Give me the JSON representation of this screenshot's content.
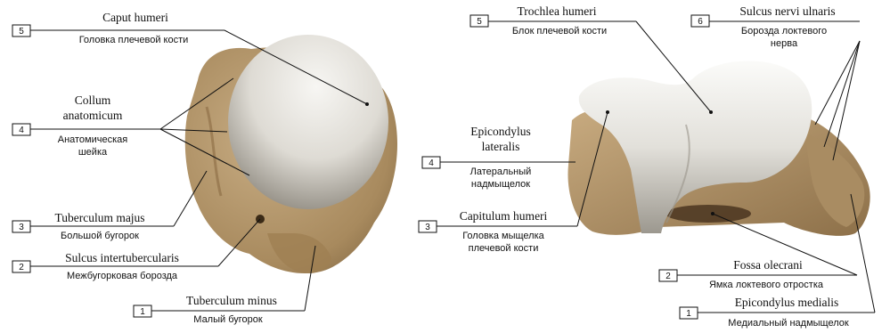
{
  "left_view": {
    "labels": [
      {
        "number": "5",
        "latin": "Caput humeri",
        "russian": [
          "Головка плечевой кости"
        ]
      },
      {
        "number": "4",
        "latin_lines": [
          "Collum",
          "anatomicum"
        ],
        "russian": [
          "Анатомическая",
          "шейка"
        ]
      },
      {
        "number": "3",
        "latin": "Tuberculum majus",
        "russian": [
          "Большой бугорок"
        ]
      },
      {
        "number": "2",
        "latin": "Sulcus intertubercularis",
        "russian": [
          "Межбугорковая борозда"
        ]
      },
      {
        "number": "1",
        "latin": "Tuberculum minus",
        "russian": [
          "Малый бугорок"
        ]
      }
    ]
  },
  "right_view": {
    "labels": [
      {
        "number": "5",
        "latin": "Trochlea humeri",
        "russian": [
          "Блок плечевой кости"
        ]
      },
      {
        "number": "6",
        "latin": "Sulcus nervi ulnaris",
        "russian": [
          "Борозда локтевого",
          "нерва"
        ]
      },
      {
        "number": "4",
        "latin_lines": [
          "Epicondylus",
          "lateralis"
        ],
        "russian": [
          "Латеральный",
          "надмыщелок"
        ]
      },
      {
        "number": "3",
        "latin": "Capitulum humeri",
        "russian": [
          "Головка мыщелка",
          "плечевой кости"
        ]
      },
      {
        "number": "2",
        "latin": "Fossa olecrani",
        "russian": [
          "Ямка локтевого отростка"
        ]
      },
      {
        "number": "1",
        "latin": "Epicondylus medialis",
        "russian": [
          "Медиальный надмыщелок"
        ]
      }
    ]
  },
  "colors": {
    "bone": "#b89a6e",
    "cartilage": "#e4e2dc",
    "line": "#111111"
  }
}
